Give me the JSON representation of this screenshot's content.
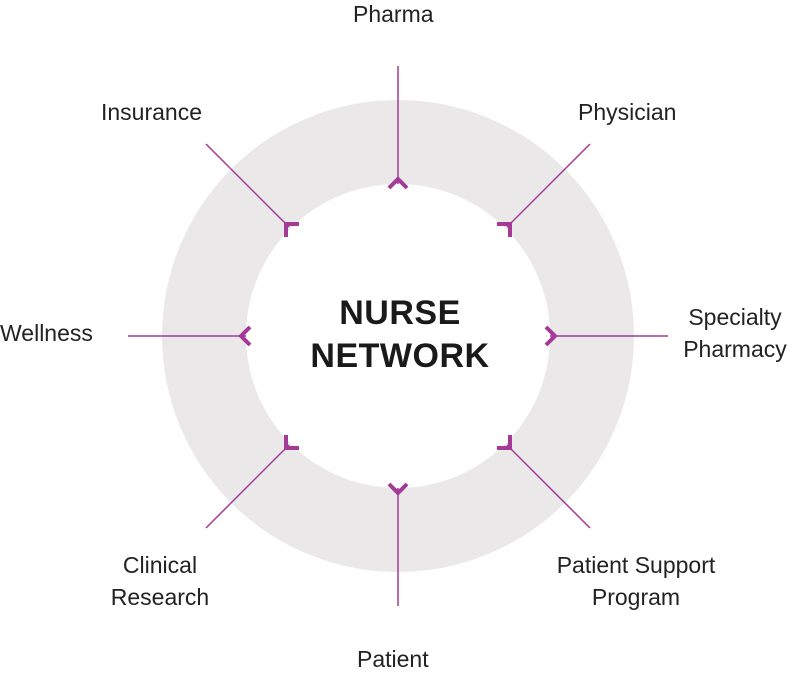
{
  "center": {
    "line1": "NURSE",
    "line2": "NETWORK"
  },
  "colors": {
    "ring": "#ebe8ea",
    "accent": "#a23a96",
    "text": "#222222"
  },
  "nodes": {
    "pharma": "Pharma",
    "physician": "Physician",
    "specialty_line1": "Specialty",
    "specialty_line2": "Pharmacy",
    "patient_support_line1": "Patient Support",
    "patient_support_line2": "Program",
    "patient": "Patient",
    "clinical_line1": "Clinical",
    "clinical_line2": "Research",
    "wellness": "Wellness",
    "insurance": "Insurance"
  }
}
